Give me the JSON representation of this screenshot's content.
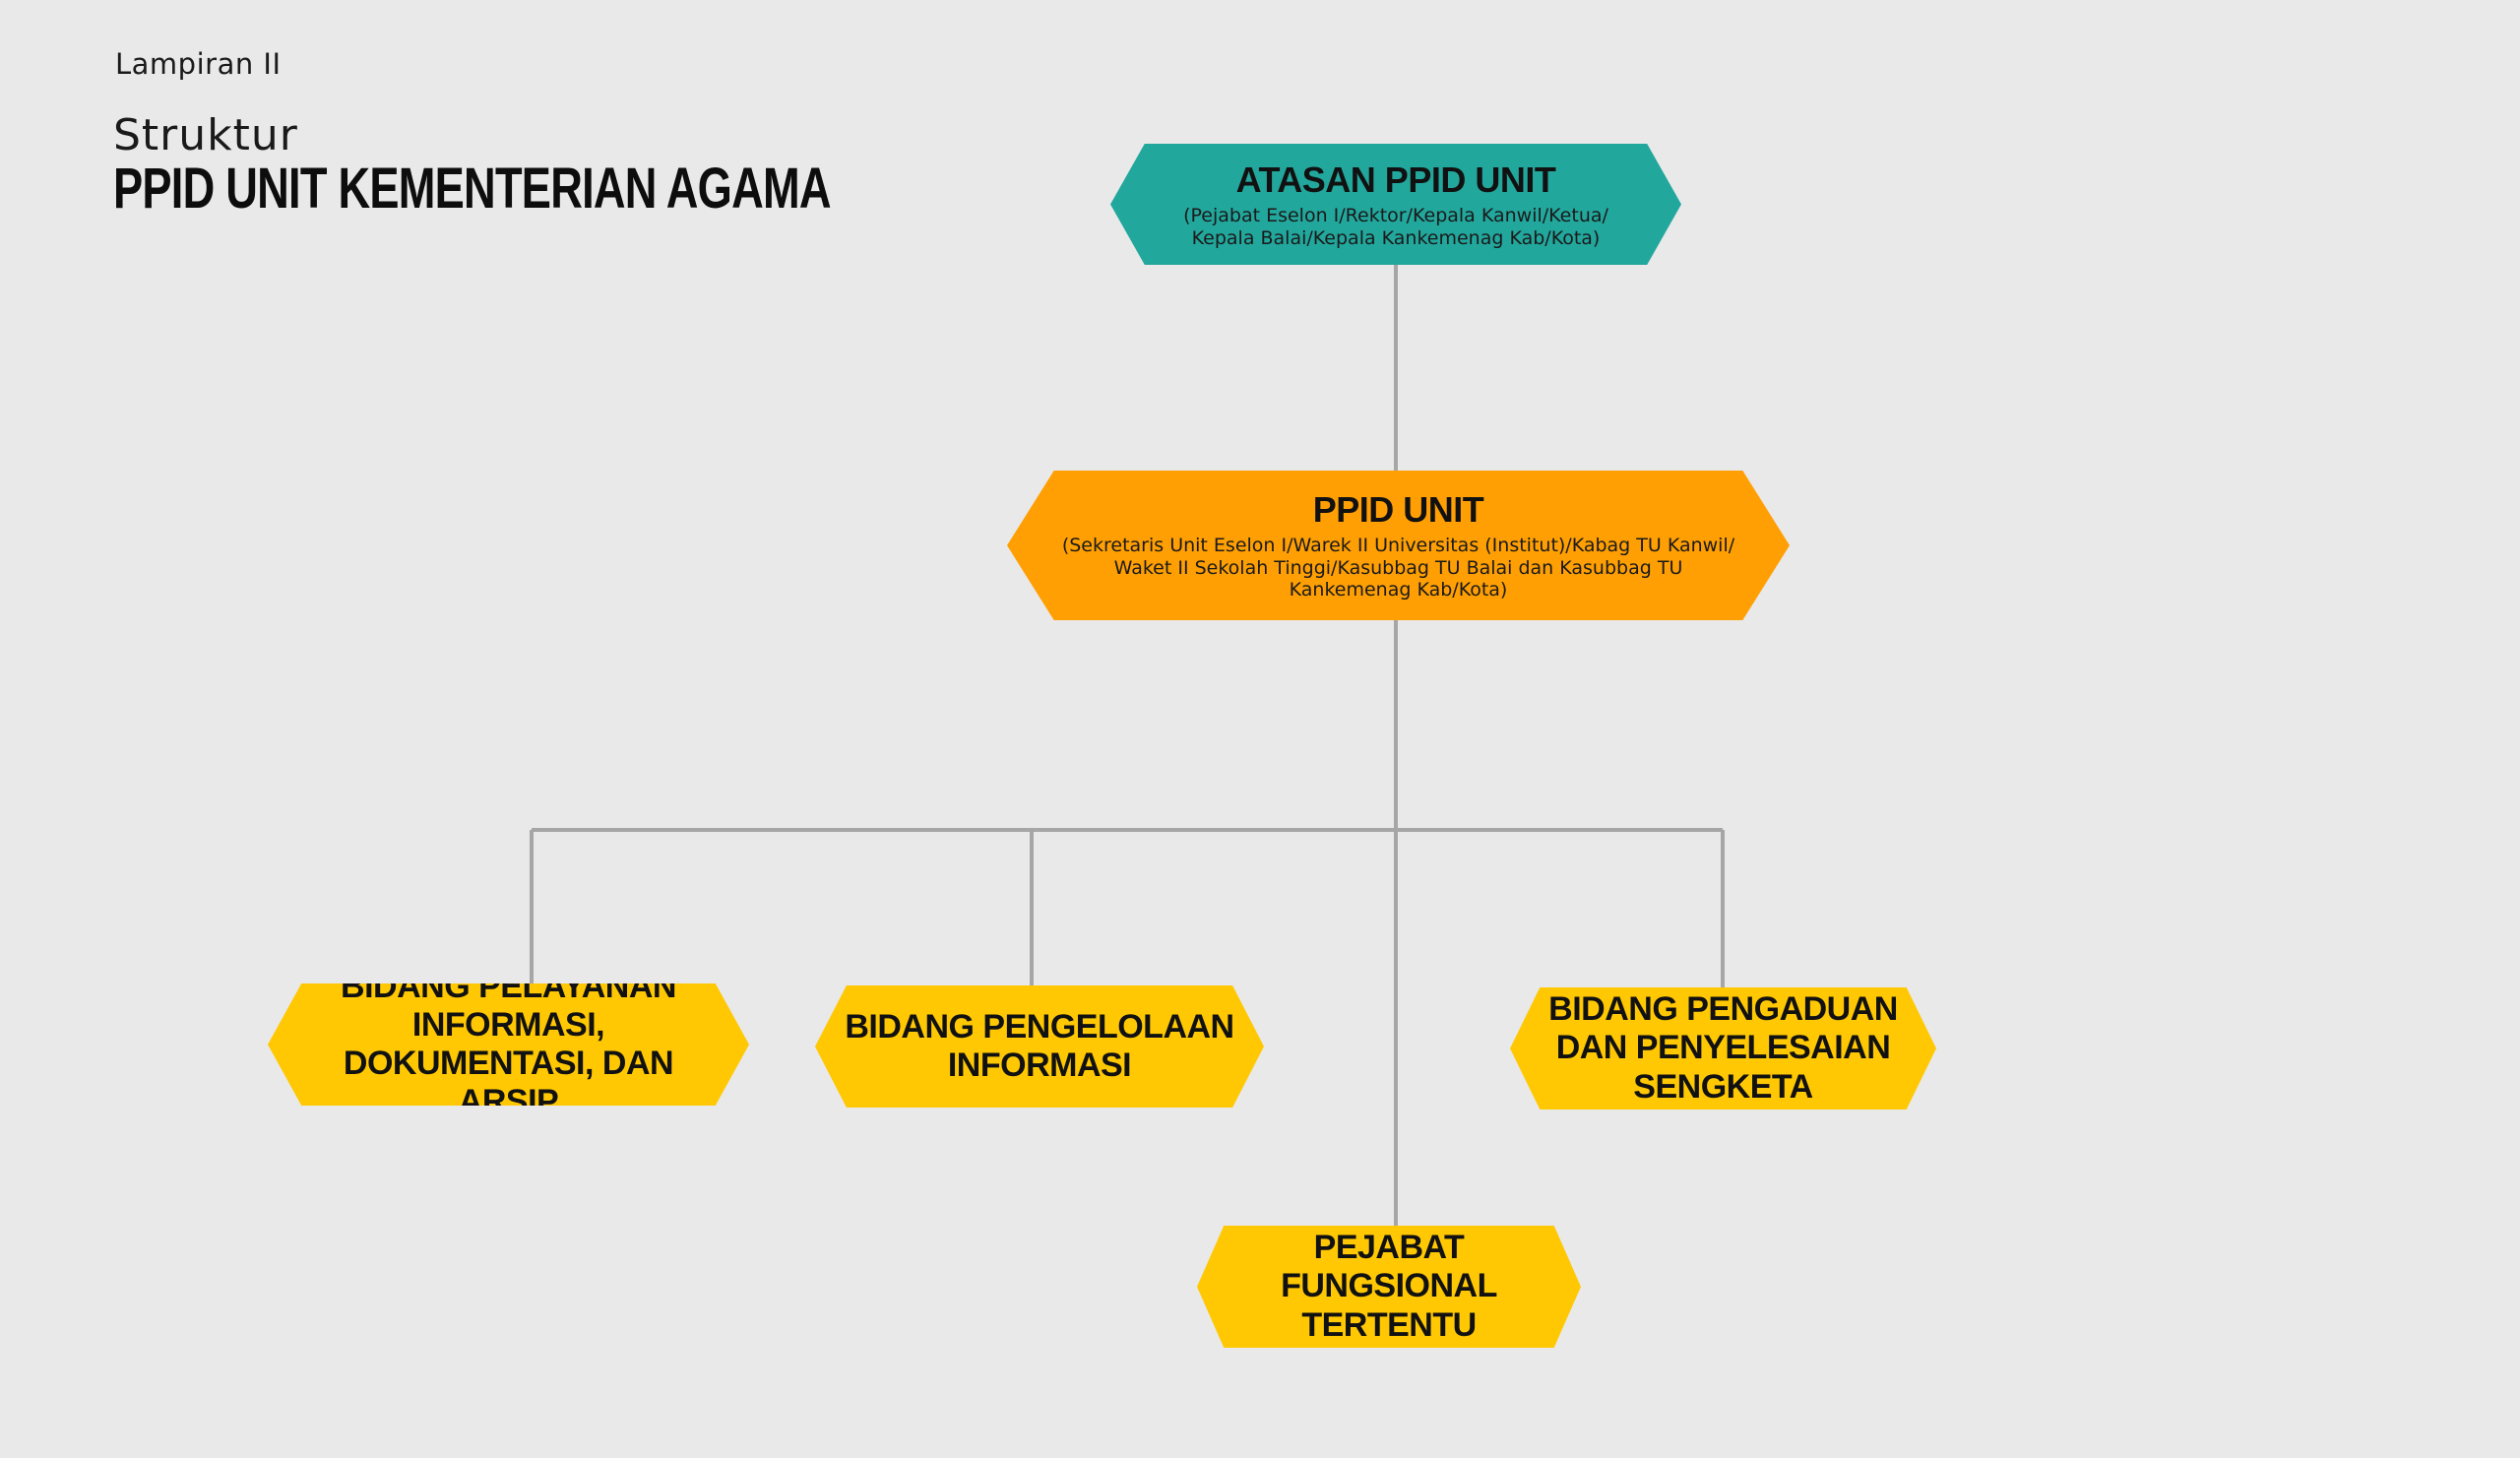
{
  "header": {
    "document_label": "Lampiran II",
    "subtitle": "Struktur",
    "title": "PPID UNIT KEMENTERIAN AGAMA"
  },
  "colors": {
    "background": "#e9e9e9",
    "top_node": "#22a79d",
    "middle_node": "#ff9f03",
    "child_nodes": "#ffc802",
    "connector": "#a6a6a6"
  },
  "nodes": {
    "atasan": {
      "title": "ATASAN PPID UNIT",
      "description": "(Pejabat Eselon I/Rektor/Kepala Kanwil/Ketua/ Kepala Balai/Kepala Kankemenag Kab/Kota)"
    },
    "ppid": {
      "title": "PPID UNIT",
      "description": "(Sekretaris Unit Eselon I/Warek II Universitas (Institut)/Kabag TU Kanwil/ Waket II Sekolah Tinggi/Kasubbag TU Balai dan Kasubbag TU Kankemenag Kab/Kota)"
    },
    "bidang_pelayanan": {
      "title": "BIDANG PELAYANAN INFORMASI, DOKUMENTASI, DAN ARSIP"
    },
    "bidang_pengelolaan": {
      "title": "BIDANG PENGELOLAAN INFORMASI"
    },
    "bidang_pengaduan": {
      "title": "BIDANG PENGADUAN DAN PENYELESAIAN SENGKETA"
    },
    "pejabat_fungsional": {
      "title": "PEJABAT FUNGSIONAL TERTENTU"
    }
  }
}
